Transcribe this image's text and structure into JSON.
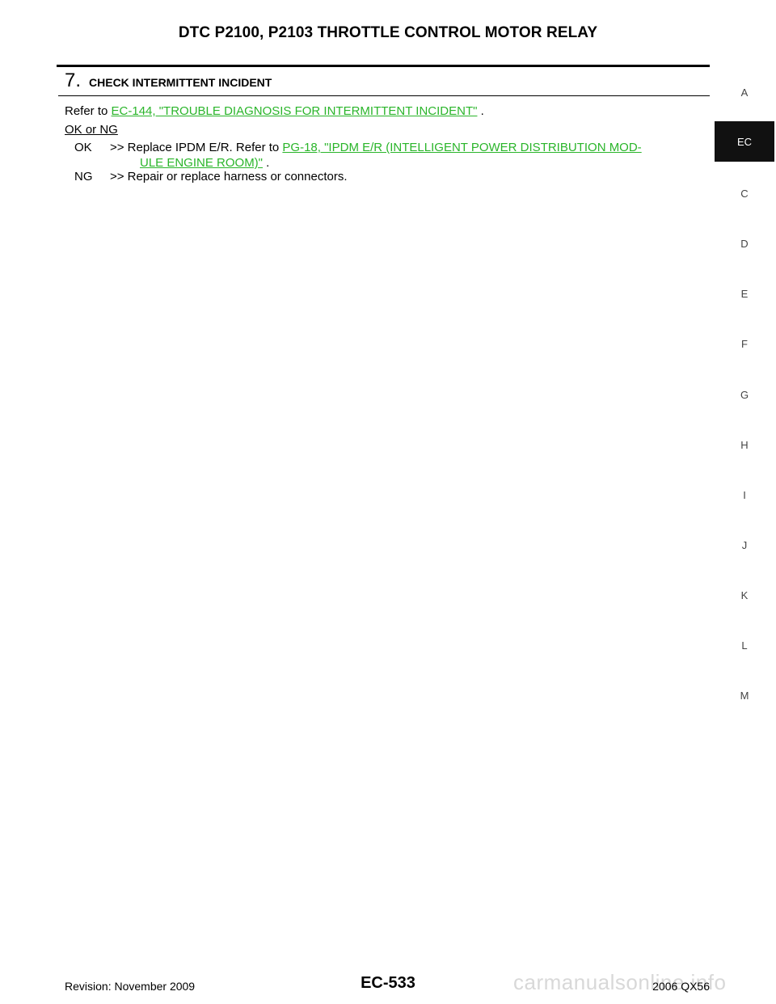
{
  "header": {
    "title": "DTC P2100, P2103 THROTTLE CONTROL MOTOR RELAY"
  },
  "step": {
    "number": "7.",
    "title": "CHECK INTERMITTENT INCIDENT"
  },
  "refer": {
    "prefix": "Refer to ",
    "link": "EC-144, \"TROUBLE DIAGNOSIS FOR INTERMITTENT INCIDENT\"",
    "suffix": " ."
  },
  "ok_ng_heading": "OK or NG",
  "results": {
    "ok": {
      "key": "OK",
      "text": ">> Replace IPDM E/R. Refer to ",
      "link_line1": "PG-18, \"IPDM E/R (INTELLIGENT POWER DISTRIBUTION MOD-",
      "link_line2": "ULE ENGINE ROOM)\"",
      "suffix": " ."
    },
    "ng": {
      "key": "NG",
      "text": ">> Repair or replace harness or connectors."
    }
  },
  "side_index": {
    "items": [
      "A",
      "EC",
      "C",
      "D",
      "E",
      "F",
      "G",
      "H",
      "I",
      "J",
      "K",
      "L",
      "M"
    ],
    "active": "EC"
  },
  "footer": {
    "revision": "Revision: November 2009",
    "page_code": "EC-533",
    "model": "2006 QX56"
  },
  "watermark": "carmanualsonline.info",
  "colors": {
    "link": "#2ab52a",
    "active_tab_bg": "#111111"
  }
}
